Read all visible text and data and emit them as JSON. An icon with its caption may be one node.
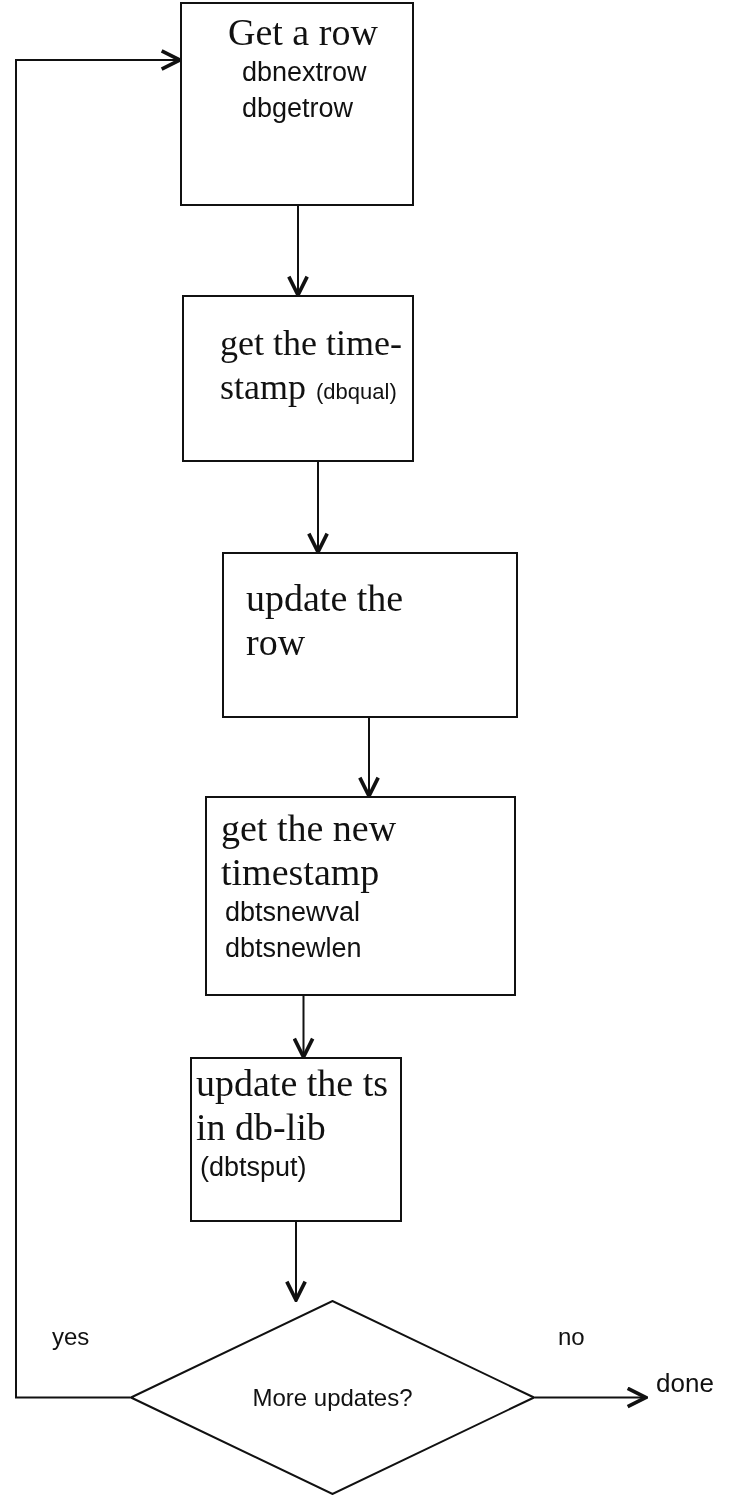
{
  "diagram": {
    "nodes": [
      {
        "text": [
          "Get a row",
          "dbnextrow",
          "dbgetrow"
        ]
      },
      {
        "text": [
          "get the time-stamp",
          "(dbqual)"
        ]
      },
      {
        "text": [
          "update the row"
        ]
      },
      {
        "text": [
          "get the new timestamp",
          "dbtsnewval",
          "dbtsnewlen"
        ]
      },
      {
        "text": [
          "update the ts in db-lib",
          "(dbtsput)"
        ]
      },
      {
        "text": [
          "More updates?"
        ]
      },
      {
        "text": [
          "done"
        ]
      }
    ],
    "edges": [
      {
        "from": 0,
        "to": 1,
        "arrow": "to"
      },
      {
        "from": 1,
        "to": 2,
        "arrow": "to"
      },
      {
        "from": 2,
        "to": 3,
        "arrow": "to"
      },
      {
        "from": 3,
        "to": 4,
        "arrow": "to"
      },
      {
        "from": 4,
        "to": 5,
        "arrow": "to"
      },
      {
        "from": 5,
        "to": 6,
        "arrow": "to",
        "label": "no"
      },
      {
        "from": 5,
        "to": 0,
        "arrow": "to",
        "label": "yes"
      }
    ]
  }
}
